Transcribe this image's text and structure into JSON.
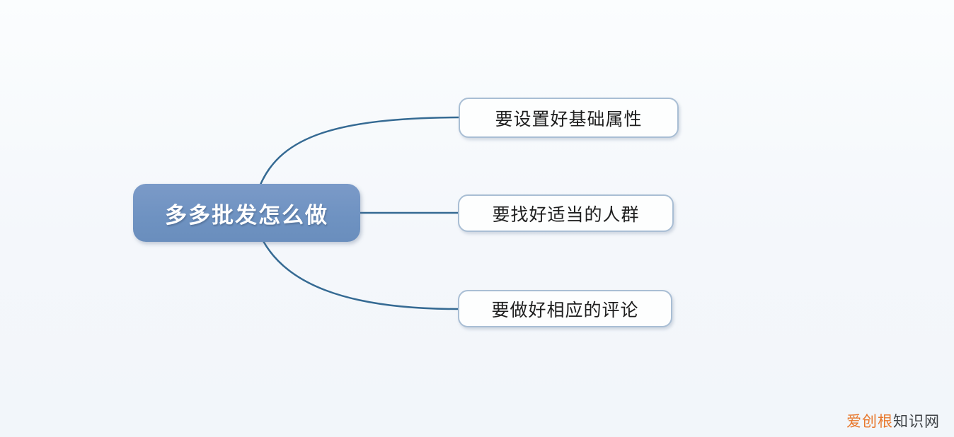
{
  "diagram": {
    "type": "mindmap",
    "root": {
      "label": "多多批发怎么做"
    },
    "children": [
      {
        "label": "要设置好基础属性"
      },
      {
        "label": "要找好适当的人群"
      },
      {
        "label": "要做好相应的评论"
      }
    ],
    "colors": {
      "root_fill": "#6e92c1",
      "root_text": "#ffffff",
      "child_fill": "#fdfefe",
      "child_border": "#a9bed4",
      "child_text": "#1e1e1e",
      "connector": "#356a93",
      "background": "#f4f7fb"
    }
  },
  "watermark": {
    "prefix": "爱创根",
    "suffix": "知识网",
    "prefix_color": "#e8782d",
    "suffix_color": "#3f4347"
  }
}
